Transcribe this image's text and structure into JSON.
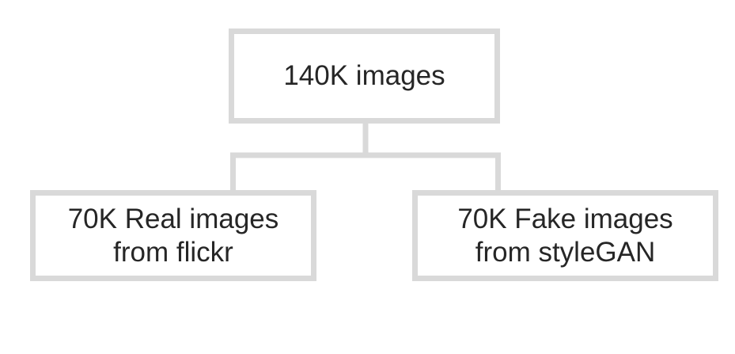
{
  "diagram": {
    "type": "tree",
    "colors": {
      "box_border": "#d9d9d9",
      "connector": "#d9d9d9",
      "text": "#262626",
      "background": "#ffffff"
    },
    "root": {
      "label": "140K images"
    },
    "children": [
      {
        "line1": "70K Real images",
        "line2": "from flickr"
      },
      {
        "line1": "70K Fake images",
        "line2": "from styleGAN"
      }
    ]
  }
}
